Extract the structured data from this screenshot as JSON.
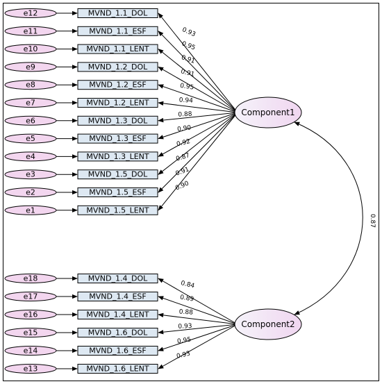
{
  "colors": {
    "error_fill": "#f3d6ef",
    "indicator_fill": "#dde8f2",
    "factor_fill_light": "#f5f3fa",
    "factor_fill_pink": "#f0d6f0",
    "line": "#000000"
  },
  "components": [
    {
      "id": "c1",
      "label": "Component1",
      "indicators": [
        {
          "error": "e12",
          "name": "MVND_1.1_DOL",
          "loading": "0.93"
        },
        {
          "error": "e11",
          "name": "MVND_1.1_ESF",
          "loading": "0.95"
        },
        {
          "error": "e10",
          "name": "MVND_1.1_LENT",
          "loading": "0.91"
        },
        {
          "error": "e9",
          "name": "MVND_1.2_DOL",
          "loading": "0.91"
        },
        {
          "error": "e8",
          "name": "MVND_1.2_ESF",
          "loading": "0.95"
        },
        {
          "error": "e7",
          "name": "MVND_1.2_LENT",
          "loading": "0.94"
        },
        {
          "error": "e6",
          "name": "MVND_1.3_DOL",
          "loading": "0.88"
        },
        {
          "error": "e5",
          "name": "MVND_1.3_ESF",
          "loading": "0.90"
        },
        {
          "error": "e4",
          "name": "MVND_1.3_LENT",
          "loading": "0.92"
        },
        {
          "error": "e3",
          "name": "MVND_1.5_DOL",
          "loading": "0.87"
        },
        {
          "error": "e2",
          "name": "MVND_1.5_ESF",
          "loading": "0.91"
        },
        {
          "error": "e1",
          "name": "MVND_1.5_LENT",
          "loading": "0.90"
        }
      ]
    },
    {
      "id": "c2",
      "label": "Component2",
      "indicators": [
        {
          "error": "e18",
          "name": "MVND_1.4_DOL",
          "loading": "0.84"
        },
        {
          "error": "e17",
          "name": "MVND_1.4_ESF",
          "loading": "0.89"
        },
        {
          "error": "e16",
          "name": "MVND_1.4_LENT",
          "loading": "0.88"
        },
        {
          "error": "e15",
          "name": "MVND_1.6_DOL",
          "loading": "0.93"
        },
        {
          "error": "e14",
          "name": "MVND_1.6_ESF",
          "loading": "0.95"
        },
        {
          "error": "e13",
          "name": "MVND_1.6_LENT",
          "loading": "0.93"
        }
      ]
    }
  ],
  "correlation": "0.87"
}
